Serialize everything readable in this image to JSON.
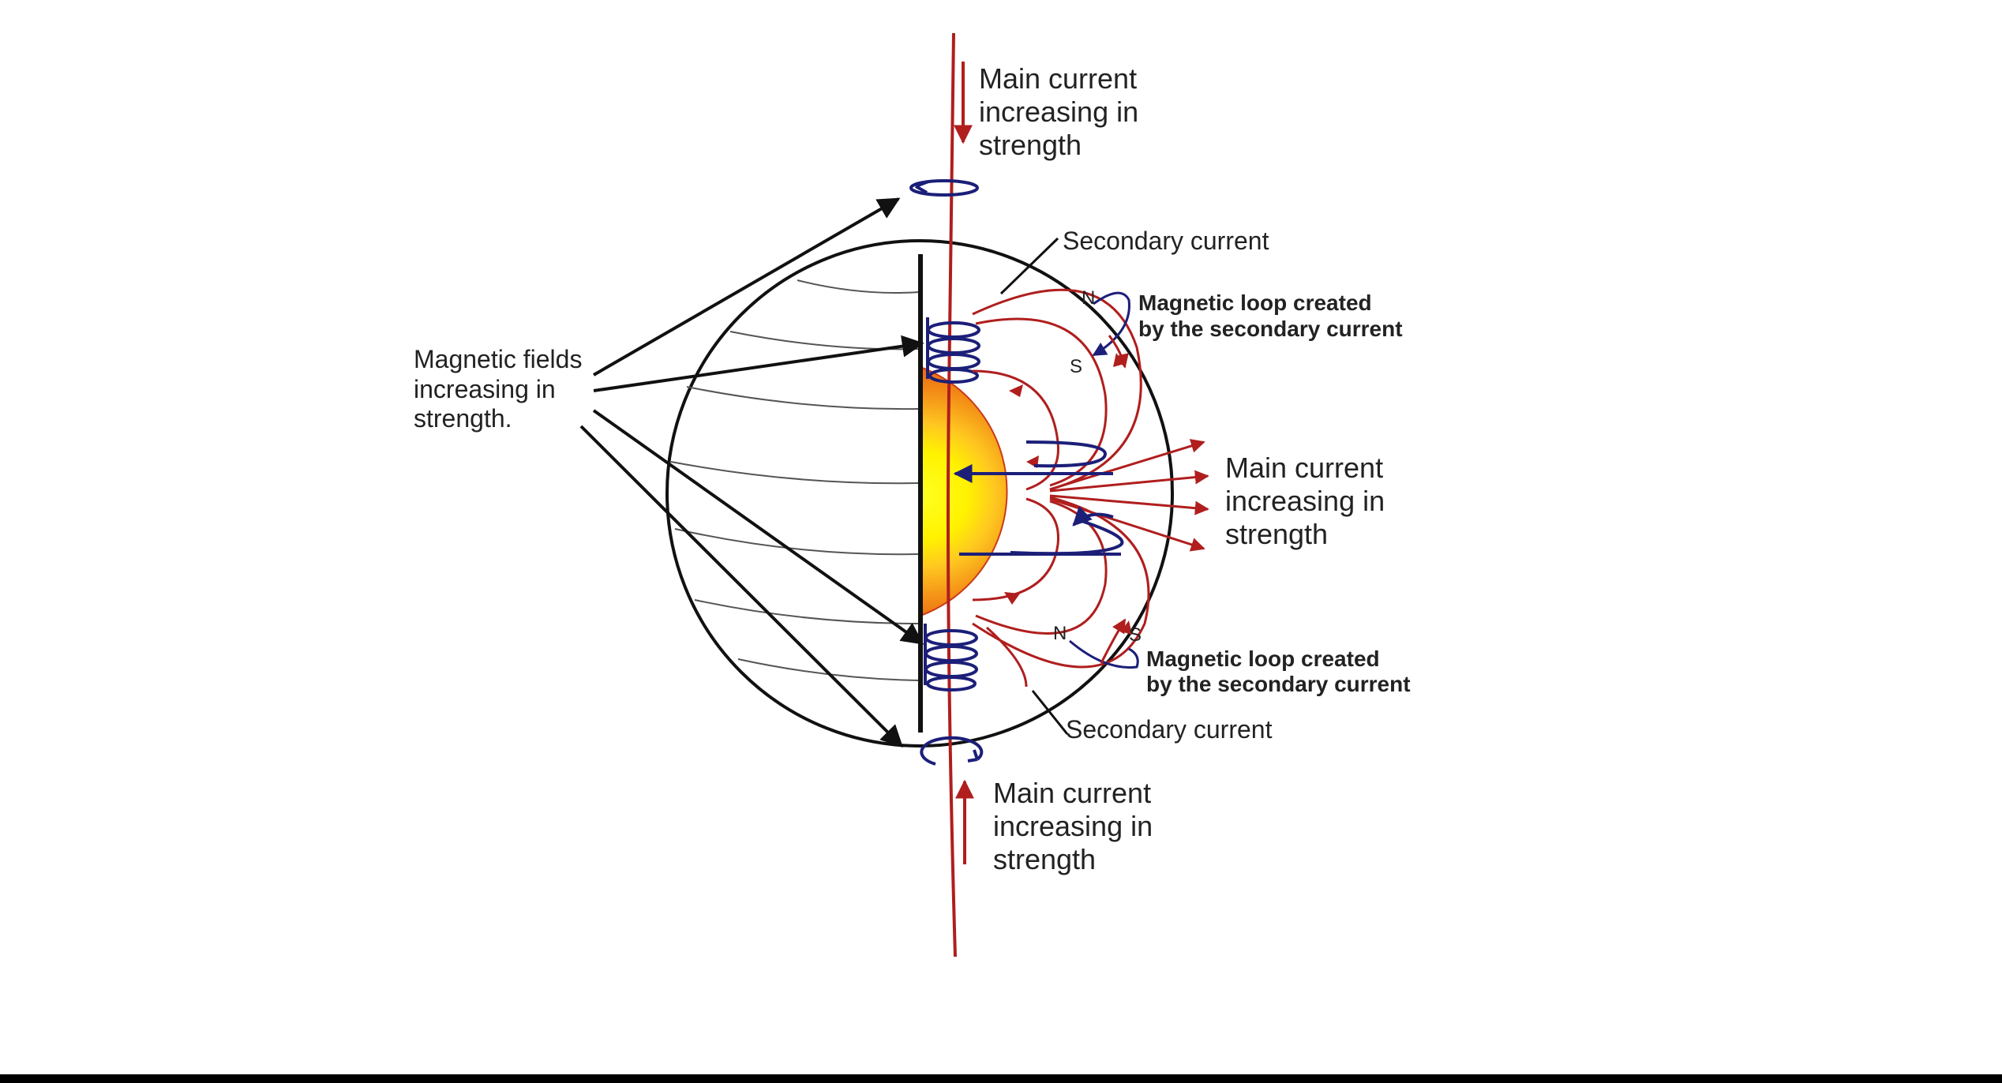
{
  "labels": {
    "main_current_top": [
      "Main current",
      "increasing in",
      "strength"
    ],
    "main_current_right": [
      "Main current",
      "increasing in",
      "strength"
    ],
    "main_current_bottom": [
      "Main current",
      "increasing in",
      "strength"
    ],
    "magnetic_fields": [
      "Magnetic fields",
      "increasing in",
      "strength."
    ],
    "secondary_current_top": "Secondary current",
    "secondary_current_bottom": "Secondary current",
    "magnetic_loop_top": [
      "Magnetic loop created",
      "by the secondary current"
    ],
    "magnetic_loop_bottom": [
      "Magnetic loop created",
      "by the secondary current"
    ],
    "pole_n_top": "N",
    "pole_s_top": "S",
    "pole_n_bottom": "N",
    "pole_s_bottom": "S"
  },
  "colors": {
    "current_red": "#b01e1e",
    "field_blue": "#1c1f78",
    "outline": "#111111",
    "core_yellow": "#ffff10",
    "mantle_orange": "#ee7a12",
    "crust_red": "#d4361a",
    "bottom_bar": "#000000"
  }
}
